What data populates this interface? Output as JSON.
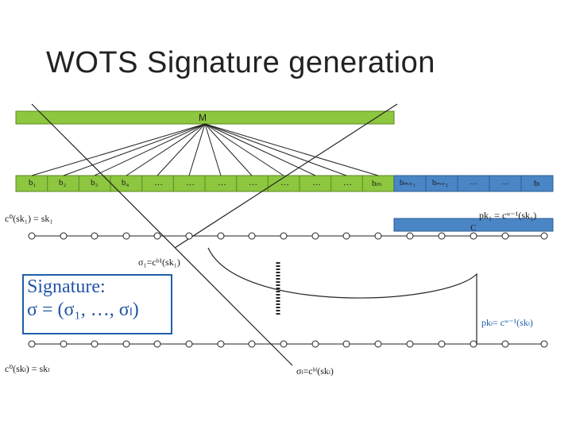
{
  "title": "WOTS Signature generation",
  "message_label": "M",
  "green_blocks": [
    "b₁",
    "b₂",
    "b₃",
    "b₄",
    "…",
    "…",
    "…",
    "…",
    "…",
    "…",
    "…",
    "bₘ"
  ],
  "blue_blocks": [
    "bₘ₊₁",
    "bₘ₊₂",
    "…",
    "…",
    "bₗ"
  ],
  "checksum_label": "C",
  "chain_top_start": "c⁰(sk₁) = sk₁",
  "chain_top_end": "pk₁ = cʷ⁻¹(sk₁)",
  "sigma_1": "σ₁=cᵇ¹(sk₁)",
  "signature_line1": "Signature:",
  "signature_line2": "σ = (σ₁, …, σₗ)",
  "pk_l": "pkₗ= cʷ⁻¹(skₗ)",
  "chain_bottom_start": "c⁰(skₗ) = skₗ",
  "sigma_l": "σₗ=cᵇˡ(skₗ)",
  "colors": {
    "green": "#8dc63f",
    "blue": "#4a86c5",
    "sig_text": "#2155a6"
  }
}
